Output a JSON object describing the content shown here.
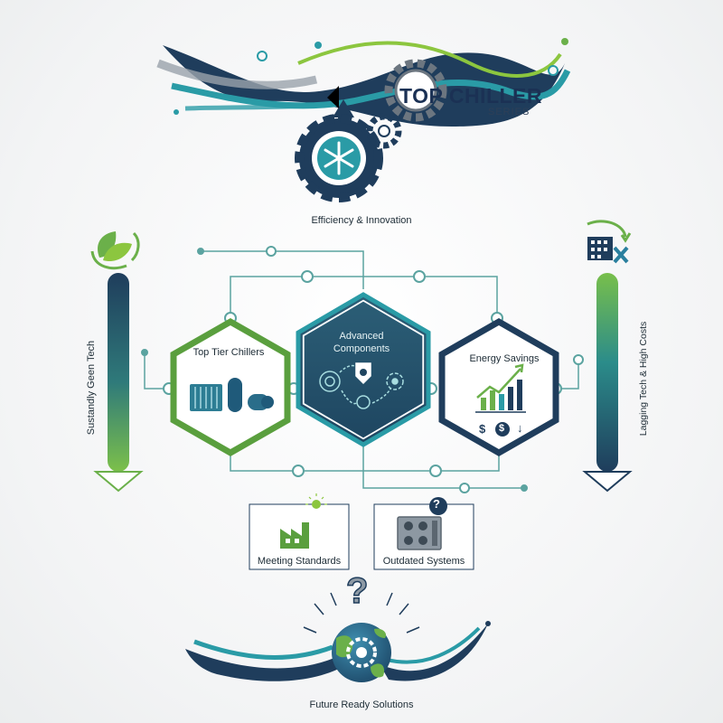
{
  "brand": {
    "title": "TOP CHILLER",
    "subtitle": "SERIES"
  },
  "efficiency_label": "Efficiency & Innovation",
  "hexagons": {
    "left": "Top Tier Chillers",
    "center": "Advanced Components",
    "right": "Energy Savings"
  },
  "left_vertical_label": "Sustandly Geen Tech",
  "right_vertical_label": "Lagging Tech & High Costs",
  "boxes": {
    "left": "Meeting Standards",
    "right": "Outdated Systems"
  },
  "bottom_label": "Future Ready Solutions",
  "energy_icons": {
    "dollar_a": "$",
    "dollar_b": "$",
    "arrow": "↓"
  },
  "question_mark": "?",
  "colors": {
    "navy": "#1f3d5c",
    "teal": "#2a9ba6",
    "green": "#6bb04a",
    "dark_teal": "#27506a"
  }
}
